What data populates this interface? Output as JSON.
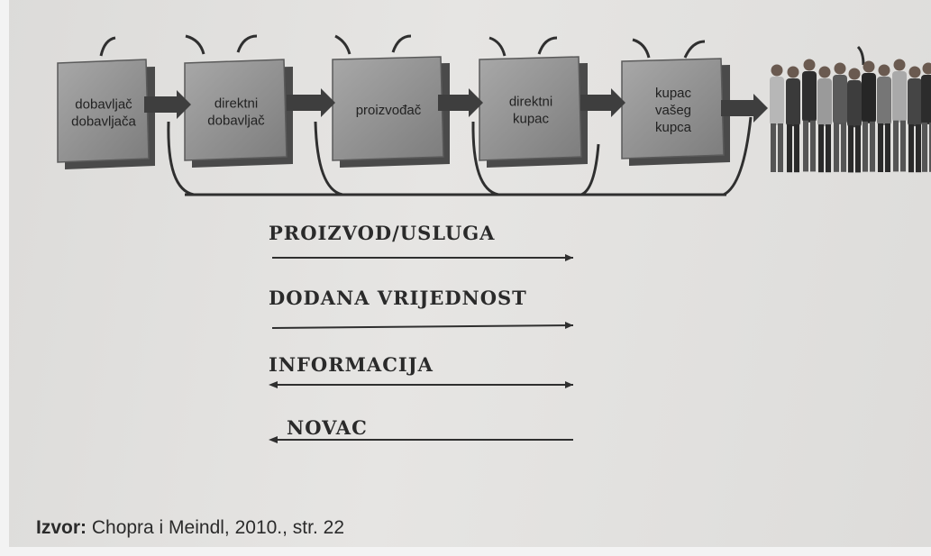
{
  "stages": [
    {
      "lines": [
        "dobavljač",
        "dobavljača"
      ]
    },
    {
      "lines": [
        "direktni",
        "dobavljač"
      ]
    },
    {
      "lines": [
        "proizvođač"
      ]
    },
    {
      "lines": [
        "direktni",
        "kupac"
      ]
    },
    {
      "lines": [
        "kupac",
        "vašeg",
        "kupca"
      ]
    }
  ],
  "flows": [
    {
      "label": "PROIZVOD/USLUGA",
      "direction": "right"
    },
    {
      "label": "DODANA VRIJEDNOST",
      "direction": "right"
    },
    {
      "label": "INFORMACIJA",
      "direction": "both"
    },
    {
      "label": "NOVAC",
      "direction": "left"
    }
  ],
  "source": {
    "label": "Izvor:",
    "text": " Chopra i Meindl, 2010., str. 22"
  },
  "colors": {
    "box_face": "#8e8e8e",
    "box_shadow": "#4a4a4a",
    "connector": "#3e3e3e",
    "line": "#2f2f2f"
  },
  "icons": [
    "customers-crowd-icon"
  ]
}
